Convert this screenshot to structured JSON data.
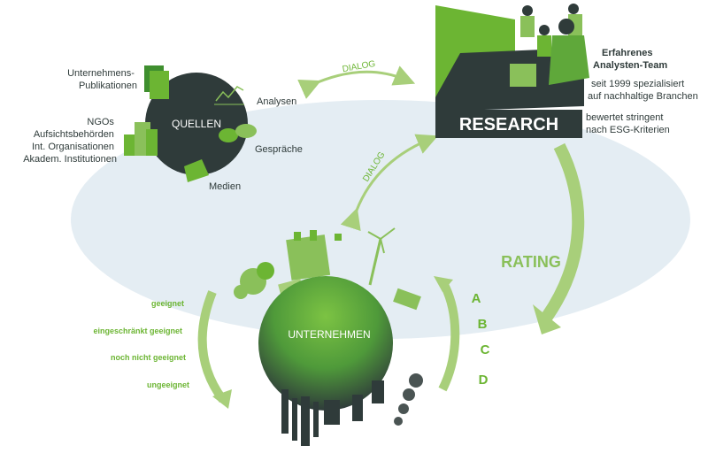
{
  "sources": {
    "title": "QUELLEN",
    "publications": "Unternehmens-\nPublikationen",
    "institutions": "NGOs\nAufsichtsbehörden\nInt. Organisationen\nAkadem. Institutionen",
    "analyses": "Analysen",
    "conversations": "Gespräche",
    "media": "Medien"
  },
  "dialog_top": "DIALOG",
  "dialog_mid": "DIALOG",
  "research": {
    "label": "RESEARCH",
    "team_line1": "Erfahrenes",
    "team_line2": "Analysten-Team",
    "since_line1": "seit 1999 spezialisiert",
    "since_line2": "auf nachhaltige Branchen",
    "rates_line1": "bewertet stringent",
    "rates_line2": "nach ESG-Kriterien"
  },
  "rating": "RATING",
  "grades": [
    "A",
    "B",
    "C",
    "D"
  ],
  "company": "UNTERNEHMEN",
  "suitability": [
    "geeignet",
    "eingeschränkt geeignet",
    "noch nicht geeignet",
    "ungeeignet"
  ],
  "colors": {
    "green": "#6cb533",
    "light_green": "#a8cf7a",
    "dark": "#2f3b3a",
    "ellipse": "#e4edf3"
  }
}
